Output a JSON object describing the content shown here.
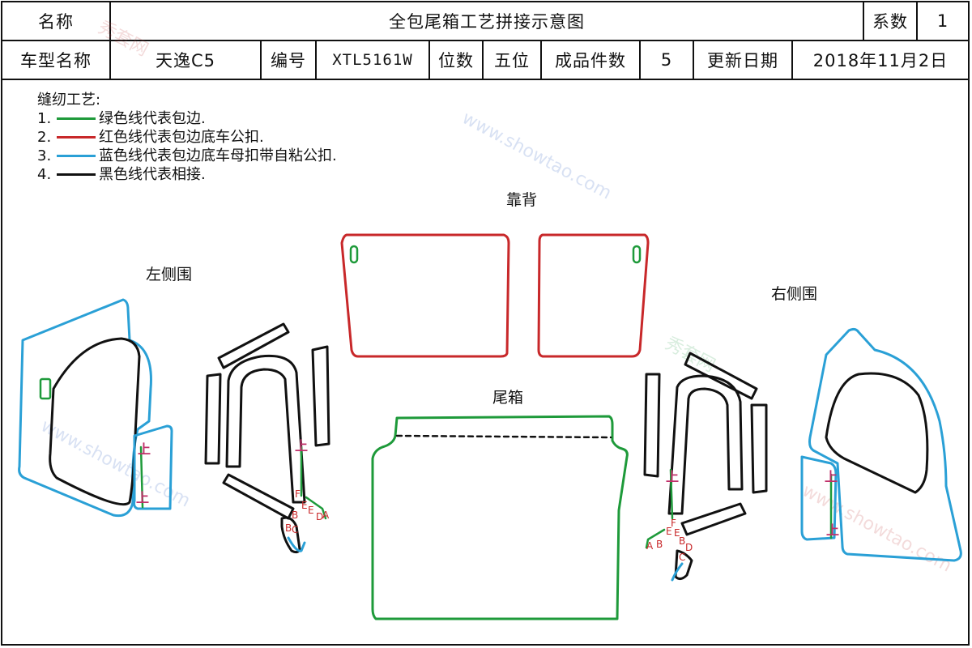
{
  "header": {
    "name_label": "名称",
    "title": "全包尾箱工艺拼接示意图",
    "coef_label": "系数",
    "coef_value": "1",
    "model_label": "车型名称",
    "model_value": "天逸C5",
    "code_label": "编号",
    "code_value": "XTL5161W",
    "pos_label": "位数",
    "pos_value": "五位",
    "pieces_label": "成品件数",
    "pieces_value": "5",
    "date_label": "更新日期",
    "date_value": "2018年11月2日"
  },
  "legend": {
    "title": "缝纫工艺:",
    "items": [
      {
        "num": "1.",
        "color": "#1e9a3a",
        "text": "绿色线代表包边."
      },
      {
        "num": "2.",
        "color": "#c8282a",
        "text": "红色线代表包边底车公扣."
      },
      {
        "num": "3.",
        "color": "#2aa0d6",
        "text": "蓝色线代表包边底车母扣带自粘公扣."
      },
      {
        "num": "4.",
        "color": "#111111",
        "text": "黑色线代表相接."
      }
    ]
  },
  "labels": {
    "backrest": "靠背",
    "left_side": "左侧围",
    "right_side": "右侧围",
    "trunk": "尾箱"
  },
  "marks": {
    "up": "上",
    "a": "A",
    "b": "B",
    "c": "C",
    "d": "D",
    "e": "E",
    "f": "F"
  },
  "watermark": {
    "brand": "秀套网",
    "site": "www.showtao.com"
  }
}
